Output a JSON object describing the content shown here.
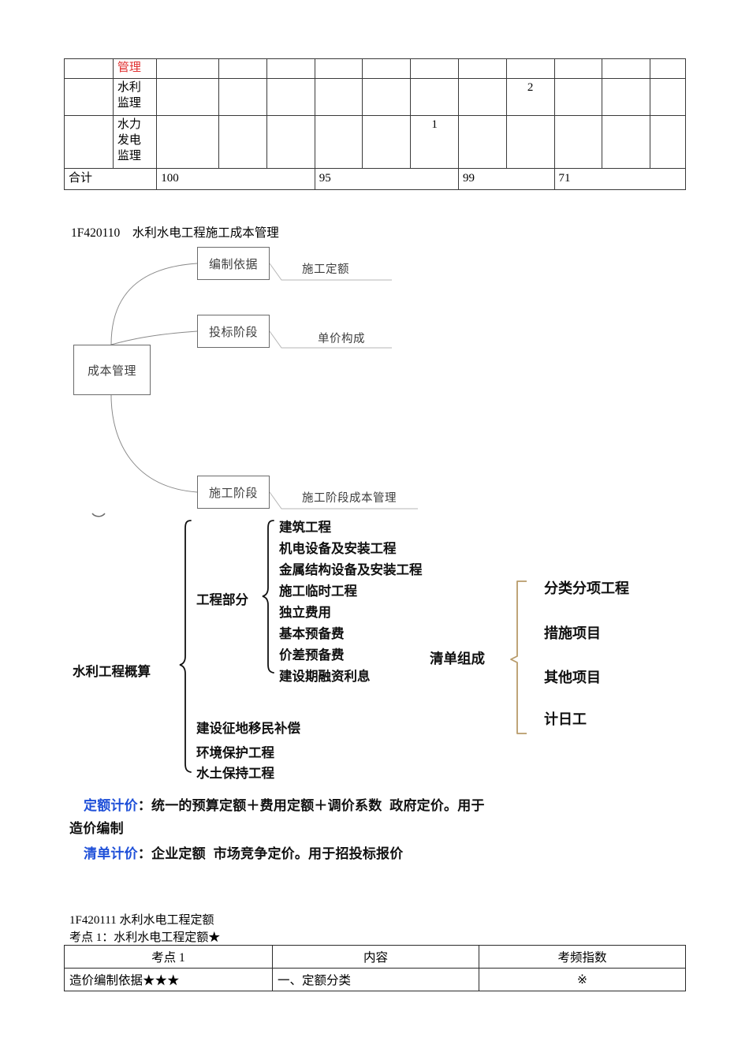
{
  "top_table": {
    "columns": 13,
    "rows": [
      {
        "name": "row-guanli",
        "label": "管理",
        "label_color": "#e03030",
        "cells": [
          "",
          "",
          "",
          "",
          "",
          "",
          "",
          "",
          "",
          "",
          ""
        ]
      },
      {
        "name": "row-shuili-jianli",
        "label": "水利监理",
        "cells": [
          "",
          "",
          "",
          "",
          "",
          "",
          "2",
          "",
          "",
          "",
          ""
        ]
      },
      {
        "name": "row-shuili-fadian-jianli",
        "label": "水力发电监理",
        "cells": [
          "",
          "",
          "",
          "",
          "1",
          "",
          "",
          "",
          "",
          "",
          ""
        ]
      }
    ],
    "sum_row": {
      "label": "合计",
      "values": [
        "100",
        "95",
        "99",
        "71"
      ]
    }
  },
  "headings": {
    "section_1": "1F420110    水利水电工程施工成本管理",
    "section_2": "1F420111 水利水电工程定额",
    "kaodian_line": "考点 1：水利水电工程定额★"
  },
  "diagram": {
    "root": "成本管理",
    "branches": [
      {
        "box": "编制依据",
        "label": "施工定额"
      },
      {
        "box": "投标阶段",
        "label": "单价构成"
      },
      {
        "box": "施工阶段",
        "label": "施工阶段成本管理"
      }
    ]
  },
  "brace_diagram": {
    "root_label": "水利工程概算",
    "group_label": "工程部分",
    "group_items": [
      "建筑工程",
      "机电设备及安装工程",
      "金属结构设备及安装工程",
      "施工临时工程",
      "独立费用",
      "基本预备费",
      "价差预备费",
      "建设期融资利息"
    ],
    "bottom_items": [
      "建设征地移民补偿",
      "环境保护工程",
      "水土保持工程"
    ],
    "list_label": "清单组成",
    "list_items": [
      "分类分项工程",
      "措施项目",
      "其他项目",
      "计日工"
    ],
    "list_brace_color": "#b89b6a"
  },
  "paragraphs": {
    "p1_keyword": "定额计价",
    "p1_body": "：统一的预算定额＋费用定额＋调价系数  政府定价。用于",
    "p1_cont": "造价编制",
    "p2_keyword": "清单计价",
    "p2_body": "：企业定额  市场竞争定价。用于招投标报价",
    "keyword_color": "#1e4fd8"
  },
  "bottom_table": {
    "headers": [
      "考点 1",
      "内容",
      "考频指数"
    ],
    "rows": [
      {
        "kaodian": "造价编制依据★★★",
        "neirong": "一、定额分类",
        "kaopin": "※"
      }
    ]
  }
}
